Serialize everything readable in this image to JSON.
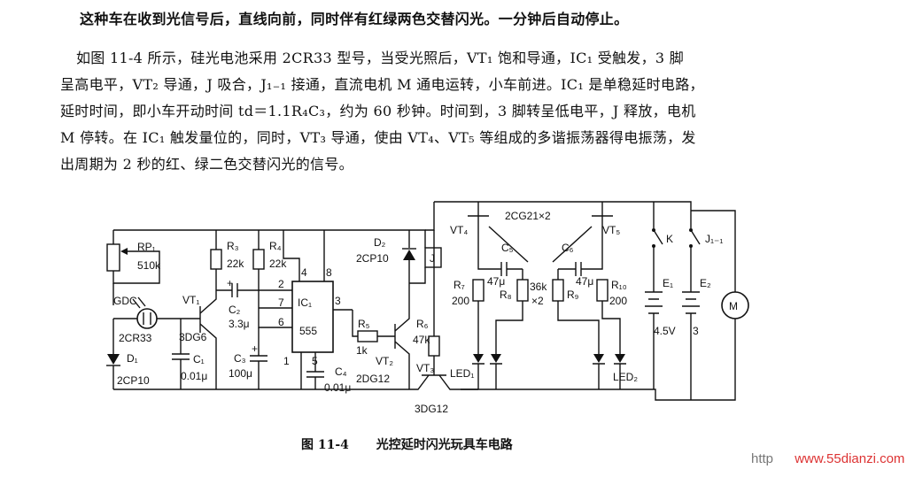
{
  "text": {
    "p1": "这种车在收到光信号后，直线向前，同时伴有红绿两色交替闪光。一分钟后自动停止。",
    "p2_lines": [
      "如图 11-4 所示，硅光电池采用 2CR33 型号，当受光照后，VT₁ 饱和导通，IC₁ 受触发，3 脚",
      "呈高电平，VT₂ 导通，J 吸合，J₁₋₁ 接通，直流电机 M 通电运转，小车前进。IC₁ 是单稳延时电路，",
      "延时时间，即小车开动时间 td＝1.1R₄C₃，约为 60 秒钟。时间到，3 脚转呈低电平，J 释放，电机",
      "M 停转。在 IC₁ 触发量位的，同时，VT₃ 导通，使由 VT₄、VT₅ 等组成的多谐振荡器得电振荡，发",
      "出周期为 2 秒的红、绿二色交替闪光的信号。"
    ]
  },
  "caption": {
    "figure": "图 11-4",
    "title": "光控延时闪光玩具车电路"
  },
  "watermark": {
    "prefix": "http",
    "site": "www.55dianzi.com"
  },
  "diagram": {
    "rp1": "RP₁",
    "rp1_val": "510k",
    "gdc": "GDC",
    "gdc_type": "2CR33",
    "d1": "D₁",
    "d1_type": "2CP10",
    "vt1": "VT₁",
    "vt1_type": "3DG6",
    "c1": "C₁",
    "c1_val": "0.01μ",
    "r3": "R₃",
    "r3_val": "22k",
    "c2": "C₂",
    "c2_val": "3.3μ",
    "r4": "R₄",
    "r4_val": "22k",
    "c3": "C₃",
    "c3_val": "100μ",
    "ic1": "IC₁",
    "ic1_type": "555",
    "pin2": "2",
    "pin7": "7",
    "pin6": "6",
    "pin4": "4",
    "pin8": "8",
    "pin1": "1",
    "pin5": "5",
    "pin3": "3",
    "c4": "C₄",
    "c4_val": "0.01μ",
    "d2": "D₂",
    "d2_type": "2CP10",
    "relay": "J",
    "r5": "R₅",
    "r5_val": "1k",
    "vt2": "VT₂",
    "vt2_type": "2DG12",
    "r6": "R₆",
    "r6_val": "47k",
    "vt3": "VT₃",
    "vt3_type": "3DG12",
    "vt4": "VT₄",
    "vt5": "VT₅",
    "vt45_type": "2CG21×2",
    "c5": "C₅",
    "c5_val": "47μ",
    "c6": "C₆",
    "c6_val": "47μ",
    "r7": "R₇",
    "r7_val": "200",
    "r8": "R₈",
    "r89_val": "36k",
    "r89_mult": "×2",
    "r9": "R₉",
    "r10": "R₁₀",
    "r10_val": "200",
    "led1": "LED₁",
    "led2": "LED₂",
    "k": "K",
    "j11": "J₁₋₁",
    "e1": "E₁",
    "e2": "E₂",
    "battery_val": "4.5V",
    "battery_val2": "3",
    "motor": "M"
  }
}
